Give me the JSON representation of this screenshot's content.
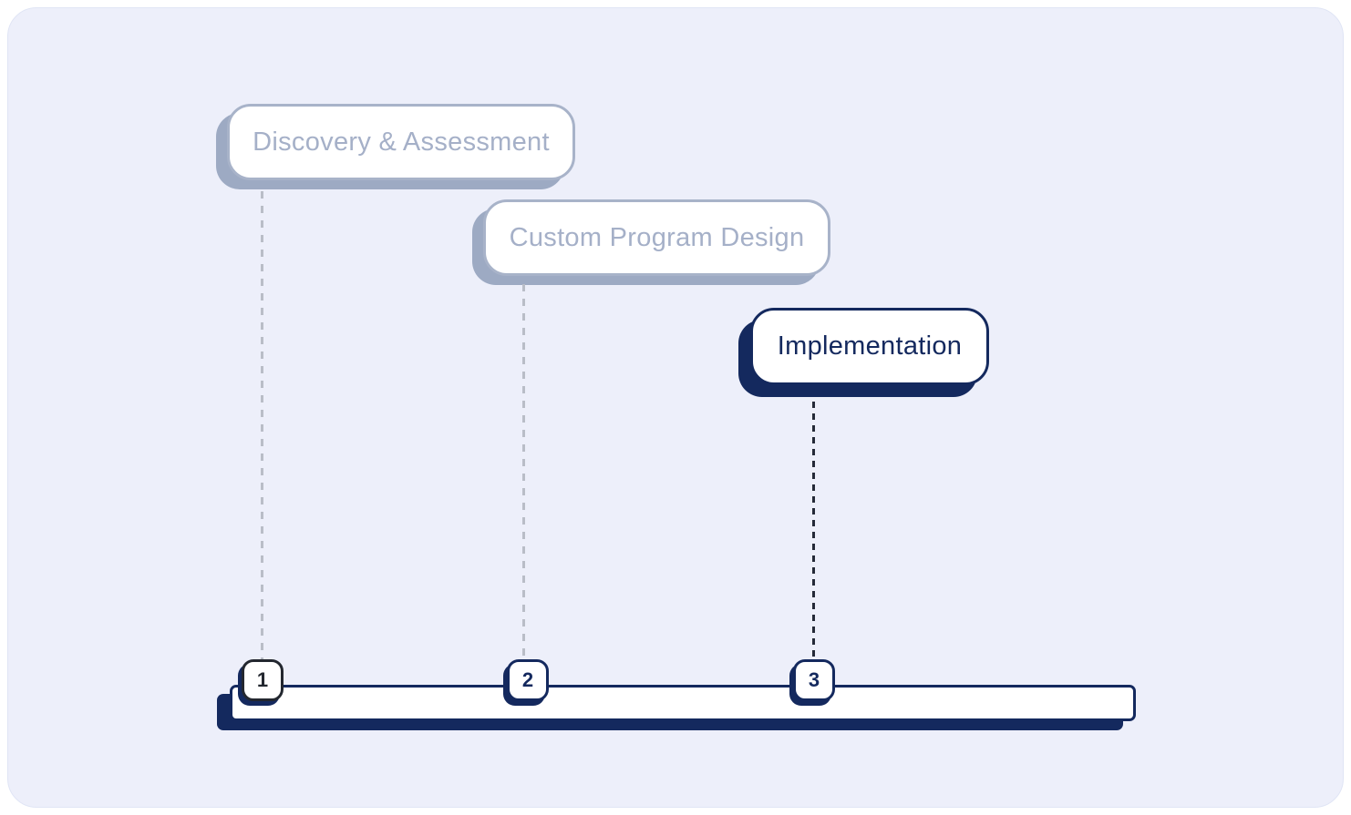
{
  "timeline": {
    "steps": [
      {
        "number": "1",
        "label": "Discovery & Assessment",
        "state": "upcoming"
      },
      {
        "number": "2",
        "label": "Custom Program Design",
        "state": "upcoming"
      },
      {
        "number": "3",
        "label": "Implementation",
        "state": "active"
      }
    ]
  },
  "colors": {
    "page_bg": "#ffffff",
    "panel_bg": "#edeffa",
    "card_bg": "#ffffff",
    "muted_border": "#a8b3c9",
    "muted_shadow": "#9daac3",
    "muted_text": "#a5b0c8",
    "navy": "#14295e",
    "marker_ink_dark": "#23272f",
    "connector_gray": "#b9bdc7",
    "connector_dark": "#252a38"
  }
}
